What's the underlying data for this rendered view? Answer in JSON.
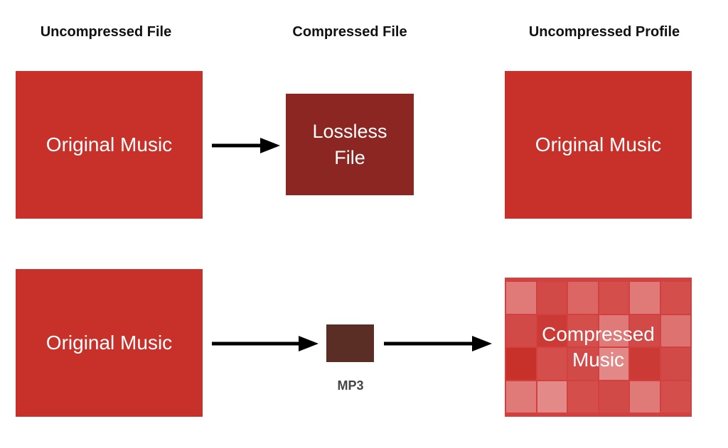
{
  "headers": {
    "left": "Uncompressed File",
    "middle": "Compressed File",
    "right": "Uncompressed Profile"
  },
  "row1": {
    "source": "Original Music",
    "compressed": "Lossless File",
    "output": "Original Music"
  },
  "row2": {
    "source": "Original Music",
    "compressed_label": "MP3",
    "output": "Compressed Music"
  },
  "colors": {
    "red": "#c8302a",
    "dark_red": "#8b2622",
    "brown": "#5a2e24",
    "arrow": "#000000",
    "mosaic_tiles": [
      "#e07a78",
      "#d24a48",
      "#dc6664",
      "#d44e4c",
      "#e07a78",
      "#d44e4c",
      "#d24a48",
      "#cc3a36",
      "#d44e4c",
      "#e07a78",
      "#d24a48",
      "#de7270",
      "#c8302a",
      "#d44e4c",
      "#d24a48",
      "#e28886",
      "#cc3a36",
      "#d24a48",
      "#e07a78",
      "#e38a88",
      "#d44e4c",
      "#d24a48",
      "#e07a78",
      "#d44e4c"
    ]
  }
}
